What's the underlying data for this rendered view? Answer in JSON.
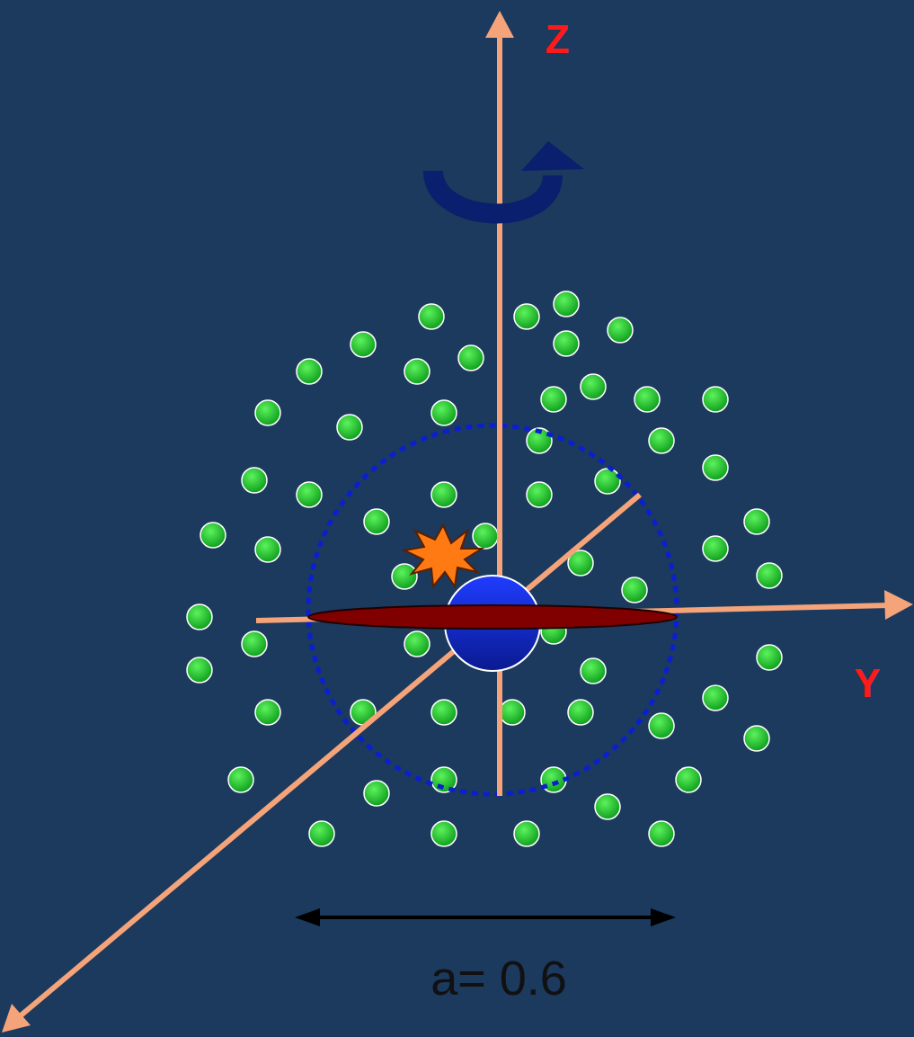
{
  "diagram": {
    "labels": [
      "Z",
      "Y",
      "a= 0.6"
    ]
  }
}
